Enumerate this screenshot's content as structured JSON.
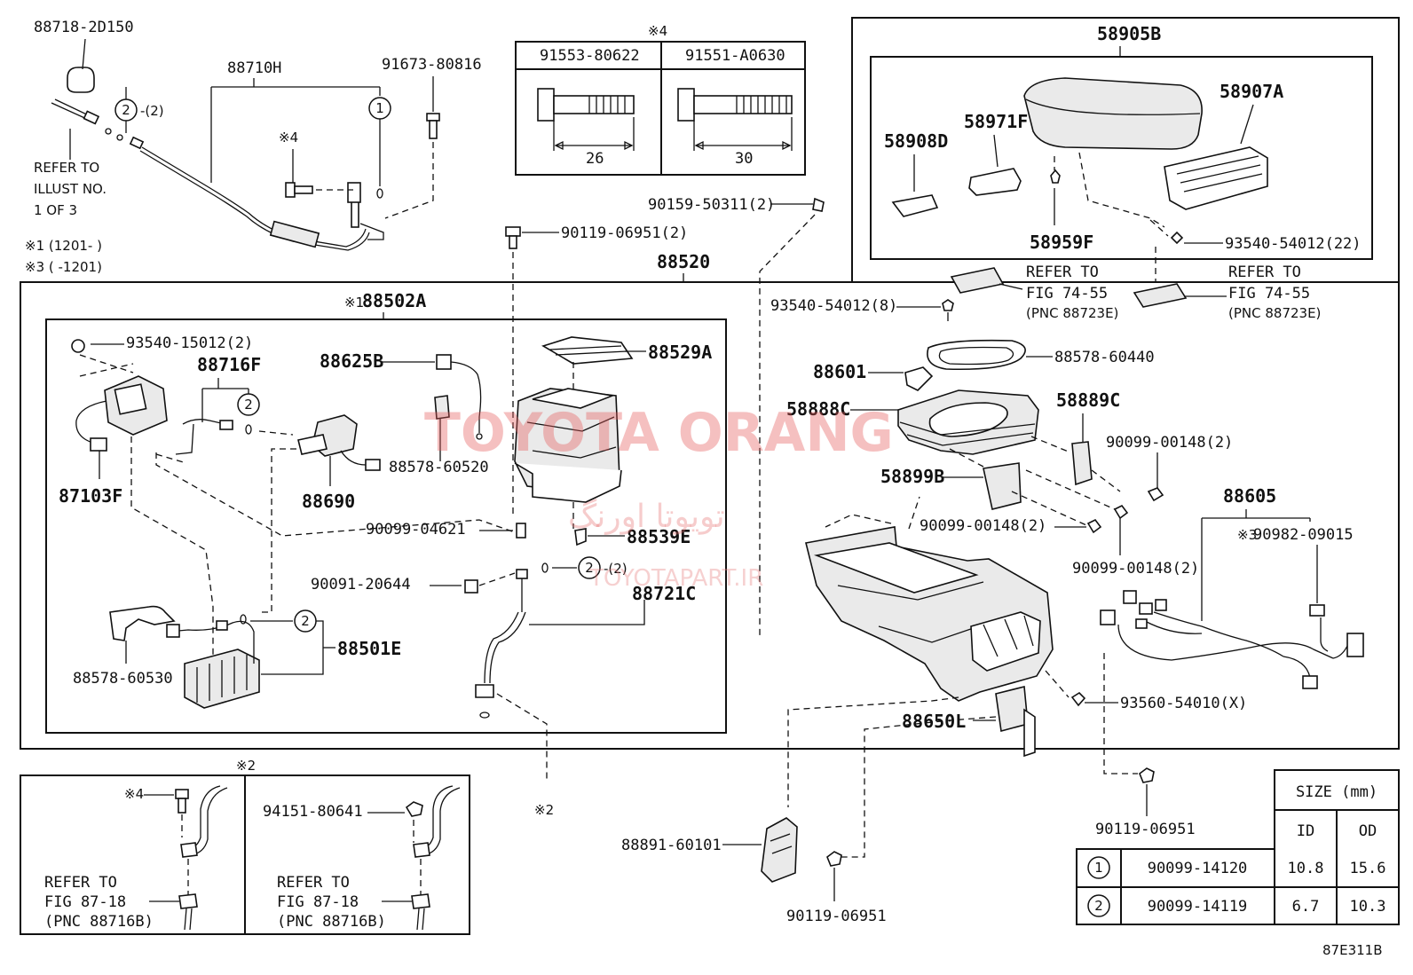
{
  "diagram_code": "87E311B",
  "watermark": {
    "line1": "TOYOTA ORANG",
    "line2": "تویوتا اورنگ",
    "line3": "TOYOTAPART.IR"
  },
  "refer_text": {
    "refer_to": "REFER TO",
    "illust_no": "ILLUST NO.",
    "one_of_three": "1 OF 3"
  },
  "notes": {
    "note1": "※1 (1201-     )",
    "note3": "※3 (     -1201)"
  },
  "markers": {
    "x1": "※1",
    "x2": "※2",
    "x3": "※3",
    "x4": "※4"
  },
  "callouts": {
    "c1": "1",
    "c2": "2",
    "qty2": "-(2)"
  },
  "parts": {
    "p88718": "88718-2D150",
    "p88710H": "88710H",
    "p91673": "91673-80816",
    "p91553": "91553-80622",
    "p91551": "91551-A0630",
    "dim26": "26",
    "dim30": "30",
    "p58905B": "58905B",
    "p58907A": "58907A",
    "p58971F": "58971F",
    "p58908D": "58908D",
    "p58959F": "58959F",
    "p93540_22": "93540-54012(22)",
    "p90159": "90159-50311(2)",
    "p90119_2": "90119-06951(2)",
    "p88520": "88520",
    "p88502A": "88502A",
    "p93540_15012": "93540-15012(2)",
    "p88716F": "88716F",
    "p88625B": "88625B",
    "p88529A": "88529A",
    "p87103F": "87103F",
    "p88690": "88690",
    "p88578_60520": "88578-60520",
    "p90099_04621": "90099-04621",
    "p88539E": "88539E",
    "p90091": "90091-20644",
    "p88721C": "88721C",
    "p88501E": "88501E",
    "p88578_60530": "88578-60530",
    "p93540_8": "93540-54012(8)",
    "fig7455": "FIG 74-55",
    "pnc88723E": "(PNC 88723E)",
    "p88601": "88601",
    "p88578_60440": "88578-60440",
    "p58888C": "58888C",
    "p58889C": "58889C",
    "p90099_00148": "90099-00148(2)",
    "p58899B": "58899B",
    "p88605": "88605",
    "p90982": "90982-09015",
    "p93560": "93560-54010(X)",
    "p88650L": "88650L",
    "p90119_06951": "90119-06951",
    "p88891": "88891-60101",
    "p94151": "94151-80641",
    "fig8718": "FIG 87-18",
    "pnc88716B": "(PNC 88716B)"
  },
  "size_table": {
    "header": "SIZE (mm)",
    "col_id": "ID",
    "col_od": "OD",
    "rows": [
      {
        "mark": "1",
        "part": "90099-14120",
        "id": "10.8",
        "od": "15.6"
      },
      {
        "mark": "2",
        "part": "90099-14119",
        "id": "6.7",
        "od": "10.3"
      }
    ]
  }
}
